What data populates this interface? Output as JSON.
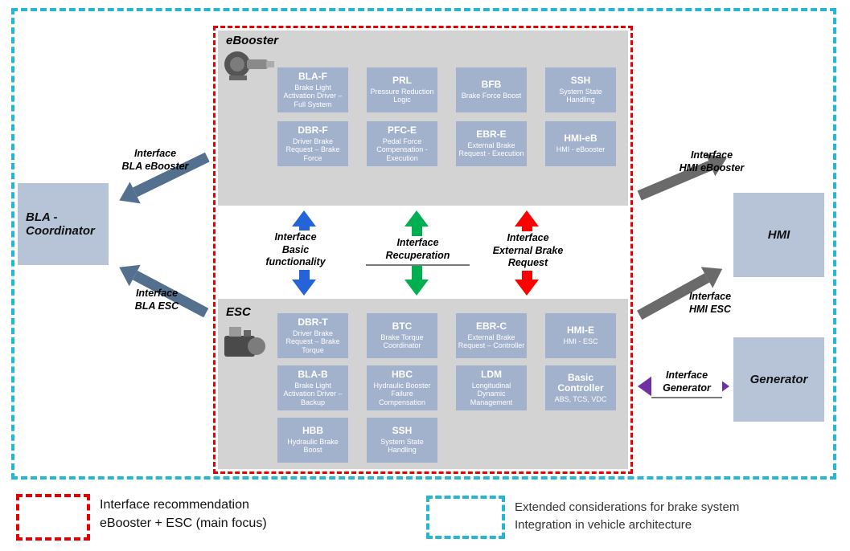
{
  "colors": {
    "module_bg": "#a2b1cc",
    "side_bg": "#b7c4d8",
    "panel_bg": "#d3d3d3",
    "red_border": "#e80000",
    "cyan_border": "#25b6d3",
    "arrow_slate": "#53708f",
    "arrow_gray": "#6a6a6a",
    "arrow_blue": "#2563d8",
    "arrow_green": "#00b050",
    "arrow_red": "#fe0000",
    "arrow_purple": "#7030a0"
  },
  "ebooster": {
    "title": "eBooster",
    "modules": [
      {
        "code": "BLA-F",
        "desc": "Brake Light Activation Driver – Full System"
      },
      {
        "code": "PRL",
        "desc": "Pressure Reduction Logic"
      },
      {
        "code": "BFB",
        "desc": "Brake Force Boost"
      },
      {
        "code": "SSH",
        "desc": "System State Handling"
      },
      {
        "code": "DBR-F",
        "desc": "Driver Brake Request – Brake Force"
      },
      {
        "code": "PFC-E",
        "desc": "Pedal Force Compensation - Execution"
      },
      {
        "code": "EBR-E",
        "desc": "External Brake Request - Execution"
      },
      {
        "code": "HMI-eB",
        "desc": "HMI - eBooster"
      }
    ]
  },
  "esc": {
    "title": "ESC",
    "modules": [
      {
        "code": "DBR-T",
        "desc": "Driver Brake Request – Brake Torque"
      },
      {
        "code": "BTC",
        "desc": "Brake Torque Coordinator"
      },
      {
        "code": "EBR-C",
        "desc": "External Brake Request – Controller"
      },
      {
        "code": "HMI-E",
        "desc": "HMI - ESC"
      },
      {
        "code": "BLA-B",
        "desc": "Brake Light Activation Driver – Backup"
      },
      {
        "code": "HBC",
        "desc": "Hydraulic Booster Failure Compensation"
      },
      {
        "code": "LDM",
        "desc": "Longitudinal Dynamic Management"
      },
      {
        "code": "Basic Controller",
        "desc": "ABS, TCS, VDC"
      },
      {
        "code": "HBB",
        "desc": "Hydraulic Brake Boost"
      },
      {
        "code": "SSH",
        "desc": "System State Handling"
      }
    ]
  },
  "side_boxes": {
    "bla": "BLA -\nCoordinator",
    "hmi": "HMI",
    "generator": "Generator"
  },
  "interface_labels": {
    "bla_ebooster": "Interface\nBLA eBooster",
    "bla_esc": "Interface\nBLA ESC",
    "hmi_ebooster": "Interface\nHMI eBooster",
    "hmi_esc": "Interface\nHMI ESC",
    "basic": "Interface\nBasic\nfunctionality",
    "recuperation": "Interface\nRecuperation",
    "external_brake": "Interface\nExternal Brake\nRequest",
    "generator": "Interface\nGenerator"
  },
  "legend": {
    "red": "Interface recommendation\neBooster + ESC (main focus)",
    "cyan": "Extended considerations for brake system\nIntegration in vehicle architecture"
  }
}
